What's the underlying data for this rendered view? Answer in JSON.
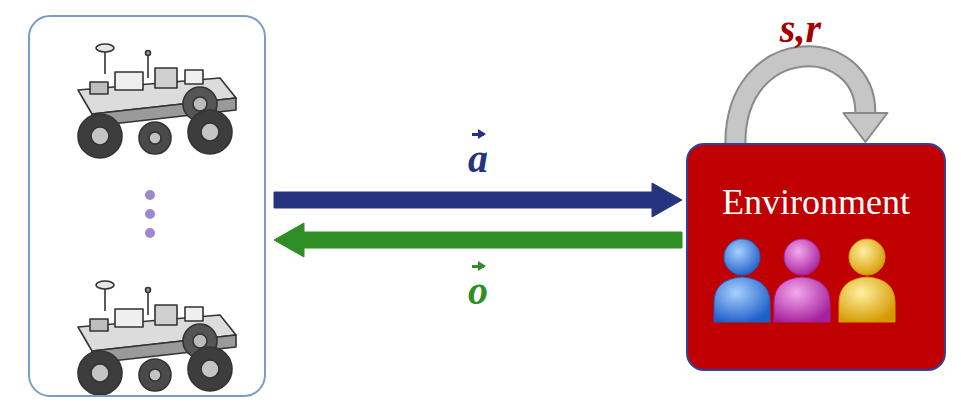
{
  "diagram": {
    "nodes": [
      {
        "text": []
      },
      {
        "text": [
          "Environment"
        ]
      }
    ],
    "edges": [
      {
        "from": 0,
        "to": 1,
        "arrow": "to",
        "label": "a"
      },
      {
        "from": 1,
        "to": 0,
        "arrow": "to",
        "label": "o"
      },
      {
        "from": 1,
        "to": 1,
        "arrow": "to",
        "label": "s,r"
      }
    ]
  }
}
